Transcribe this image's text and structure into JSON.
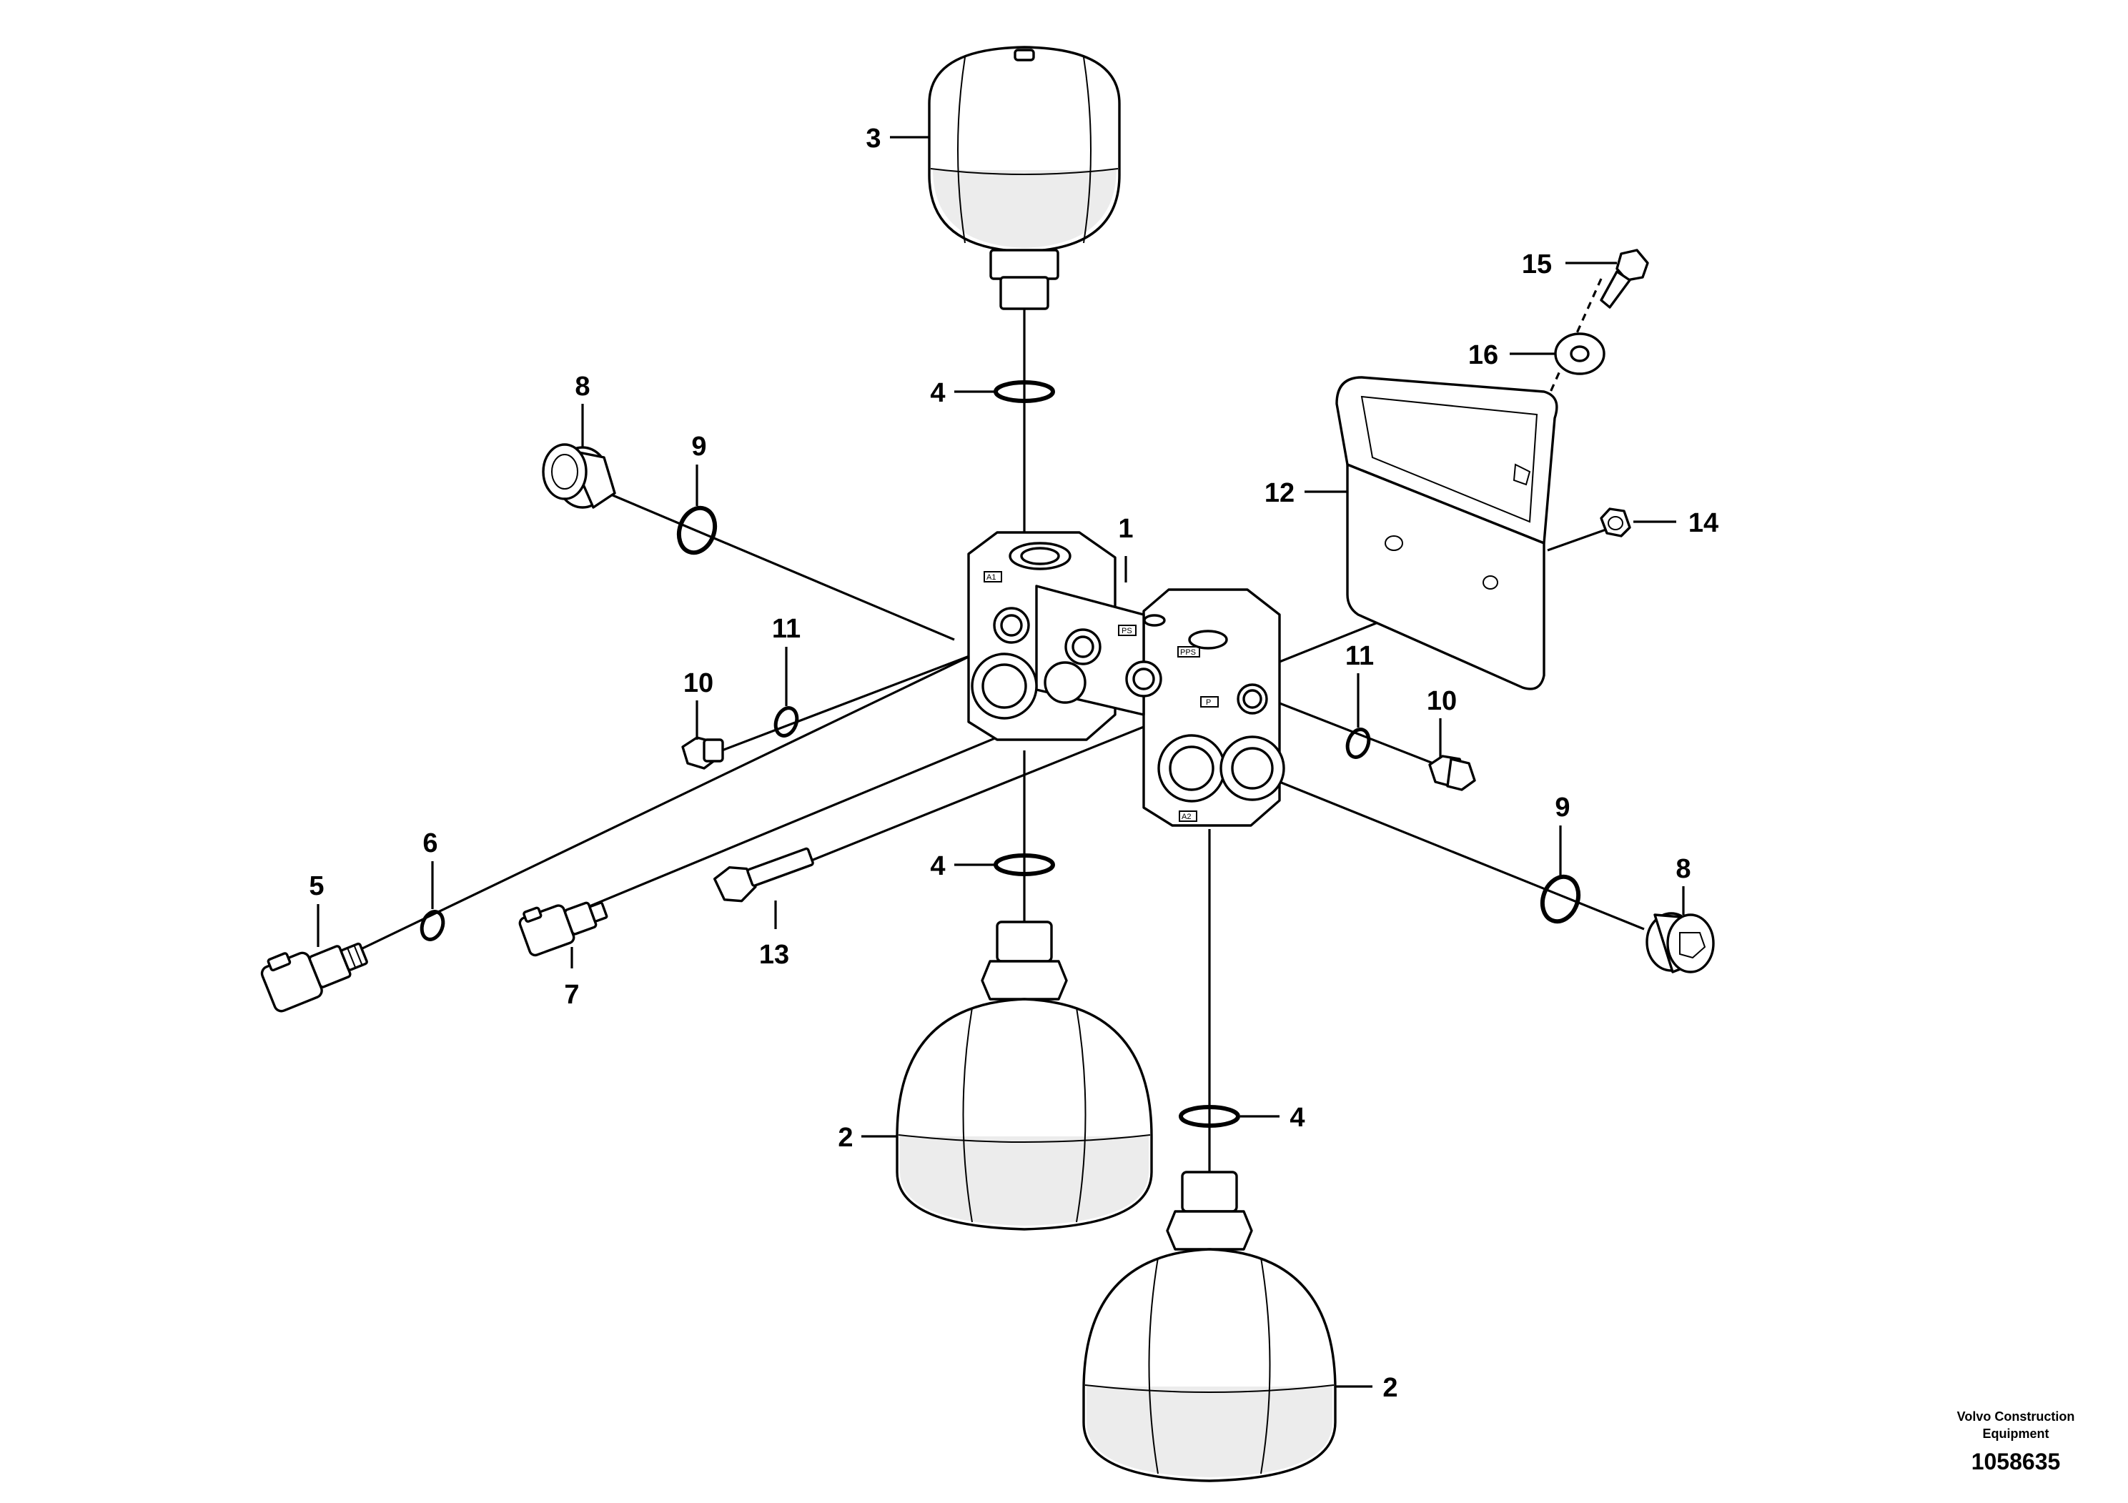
{
  "diagram": {
    "callouts": {
      "c1": "1",
      "c2a": "2",
      "c2b": "2",
      "c3": "3",
      "c4a": "4",
      "c4b": "4",
      "c4c": "4",
      "c5": "5",
      "c6": "6",
      "c7": "7",
      "c8a": "8",
      "c8b": "8",
      "c9a": "9",
      "c9b": "9",
      "c10a": "10",
      "c10b": "10",
      "c11a": "11",
      "c11b": "11",
      "c12": "12",
      "c13": "13",
      "c14": "14",
      "c15": "15",
      "c16": "16"
    },
    "port_labels": [
      "A1",
      "PS",
      "PPS",
      "P",
      "A2"
    ]
  },
  "footer": {
    "company_line1": "Volvo Construction",
    "company_line2": "Equipment",
    "drawing_number": "1058635"
  }
}
